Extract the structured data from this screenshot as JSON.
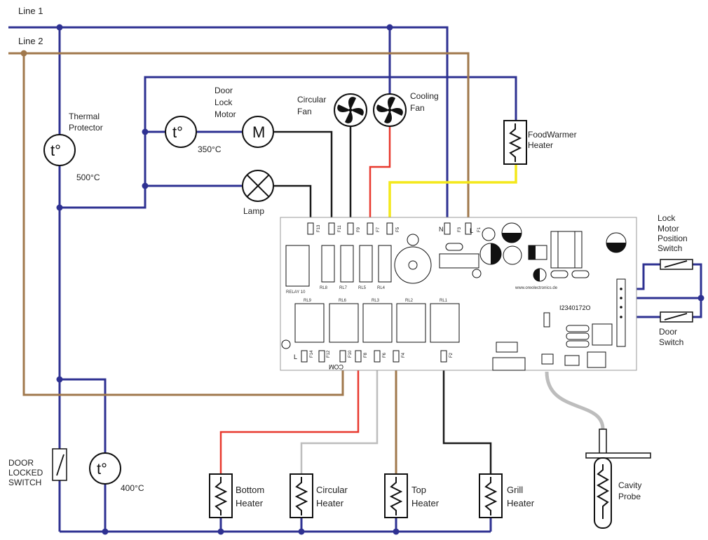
{
  "colors": {
    "line1": "#2e3192",
    "line2": "#a0784c",
    "black": "#1a1a1a",
    "red": "#e8382d",
    "yellow": "#f4e81a",
    "grey": "#bdbdbd",
    "brown": "#a0784c"
  },
  "labels": {
    "line1": "Line 1",
    "line2": "Line 2",
    "thermal_protector_1": "Thermal",
    "thermal_protector_2": "Protector",
    "temp_500": "500°C",
    "door_lock_motor_1": "Door",
    "door_lock_motor_2": "Lock",
    "door_lock_motor_3": "Motor",
    "temp_350": "350°C",
    "circular_fan_1": "Circular",
    "circular_fan_2": "Fan",
    "cooling_fan_1": "Cooling",
    "cooling_fan_2": "Fan",
    "food_warmer_1": "FoodWarmer",
    "food_warmer_2": "Heater",
    "lamp": "Lamp",
    "lock_motor_1": "Lock",
    "lock_motor_2": "Motor",
    "lock_motor_3": "Position",
    "lock_motor_4": "Switch",
    "door_switch_1": "Door",
    "door_switch_2": "Switch",
    "door_locked_1": "DOOR",
    "door_locked_2": "LOCKED",
    "door_locked_3": "SWITCH",
    "temp_400": "400°C",
    "bottom_heater_1": "Bottom",
    "bottom_heater_2": "Heater",
    "circular_heater_1": "Circular",
    "circular_heater_2": "Heater",
    "top_heater_1": "Top",
    "top_heater_2": "Heater",
    "grill_heater_1": "Grill",
    "grill_heater_2": "Heater",
    "cavity_probe_1": "Cavity",
    "cavity_probe_2": "Probe",
    "t_symbol": "t°",
    "m_symbol": "M",
    "pcb_com": "COM",
    "pcb_n": "N",
    "pcb_l_top": "L",
    "pcb_l_bottom": "L",
    "pcb_part": "I2340172O",
    "pcb_url": "www.oreolectronics.de"
  }
}
